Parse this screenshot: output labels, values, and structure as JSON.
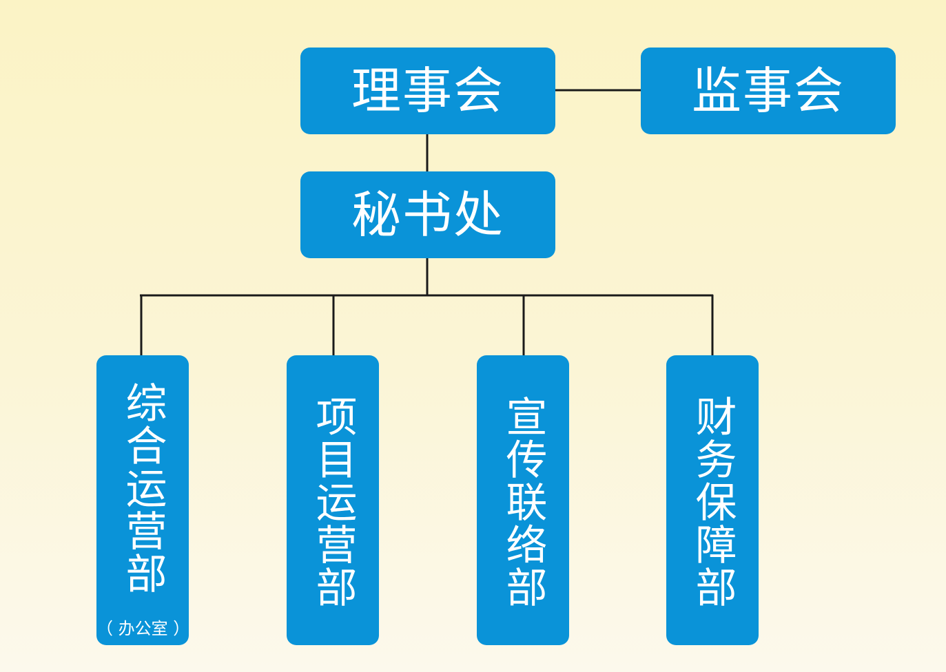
{
  "diagram": {
    "board": {
      "label": "理事会"
    },
    "supervisors": {
      "label": "监事会"
    },
    "secretariat": {
      "label": "秘书处"
    },
    "departments": [
      {
        "label": "综合运营部",
        "note": "（ 办公室 ）"
      },
      {
        "label": "项目运营部"
      },
      {
        "label": "宣传联络部"
      },
      {
        "label": "财务保障部"
      }
    ]
  },
  "colors": {
    "node_fill": "#0a93d8",
    "node_text": "#ffffff",
    "connector": "#1a1a1a",
    "background_top": "#fbf3c5",
    "background_bottom": "#fcf9ec"
  }
}
